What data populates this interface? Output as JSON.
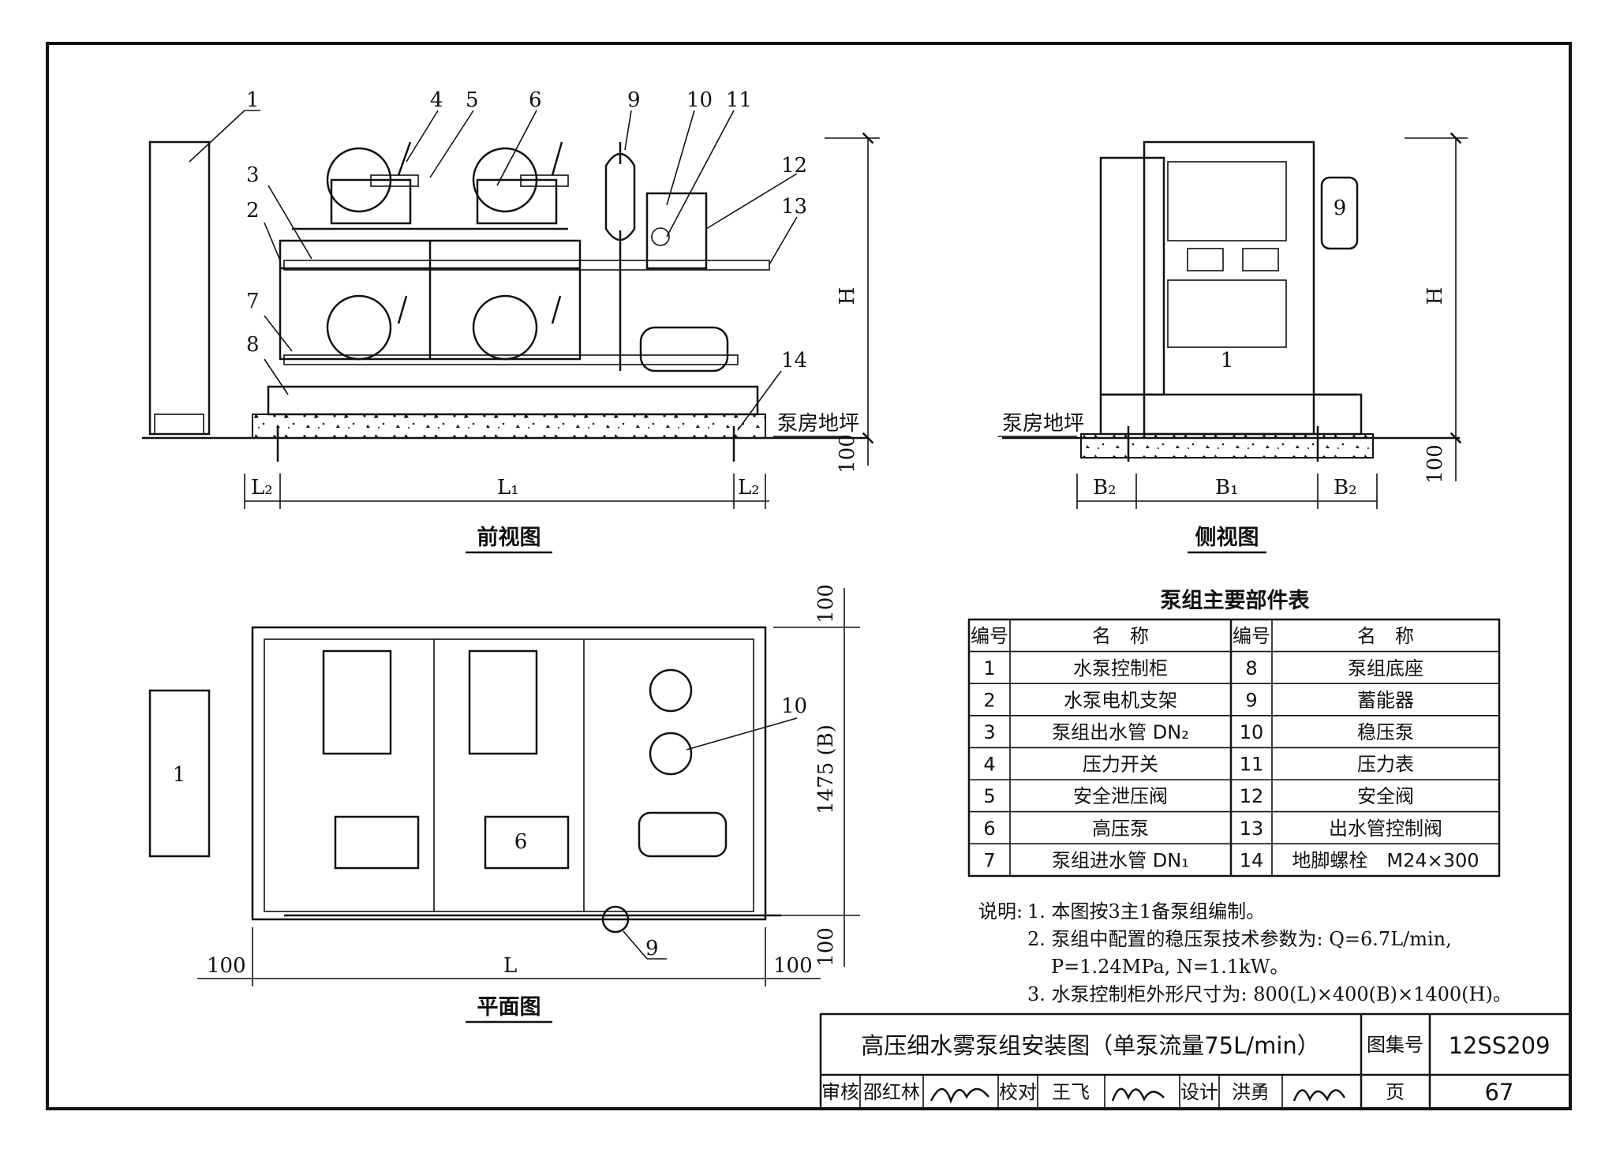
{
  "views": {
    "front": {
      "title": "前视图",
      "height_dim": "H",
      "base_dim": "100",
      "floor_label": "泵房地坪",
      "dim_l1": "L₁",
      "dim_l2": "L₂"
    },
    "side": {
      "title": "侧视图",
      "height_dim": "H",
      "base_dim": "100",
      "floor_label": "泵房地坪",
      "dim_b1": "B₁",
      "dim_b2": "B₂",
      "cabinet_label": "1",
      "accumulator_label": "9"
    },
    "plan": {
      "title": "平面图",
      "dim_top": "100",
      "dim_width": "1475 (B)",
      "dim_bottom": "100",
      "dim_left": "100",
      "dim_length": "L",
      "dim_right": "100",
      "cabinet_label": "1",
      "pump_label": "6"
    }
  },
  "callouts": {
    "front": [
      "1",
      "2",
      "3",
      "4",
      "5",
      "6",
      "7",
      "8",
      "9",
      "10",
      "11",
      "12",
      "13",
      "14"
    ],
    "plan": [
      "10",
      "9"
    ]
  },
  "parts_table": {
    "title": "泵组主要部件表",
    "headers": [
      "编号",
      "名　称",
      "编号",
      "名　称"
    ],
    "rows": [
      [
        "1",
        "水泵控制柜",
        "8",
        "泵组底座"
      ],
      [
        "2",
        "水泵电机支架",
        "9",
        "蓄能器"
      ],
      [
        "3",
        "泵组出水管 DN₂",
        "10",
        "稳压泵"
      ],
      [
        "4",
        "压力开关",
        "11",
        "压力表"
      ],
      [
        "5",
        "安全泄压阀",
        "12",
        "安全阀"
      ],
      [
        "6",
        "高压泵",
        "13",
        "出水管控制阀"
      ],
      [
        "7",
        "泵组进水管 DN₁",
        "14",
        "地脚螺栓　M24×300"
      ]
    ]
  },
  "notes": {
    "label": "说明:",
    "items": [
      "1. 本图按3主1备泵组编制。",
      "2. 泵组中配置的稳压泵技术参数为: Q=6.7L/min,",
      "P=1.24MPa, N=1.1kW。",
      "3. 水泵控制柜外形尺寸为: 800(L)×400(B)×1400(H)。"
    ]
  },
  "title_block": {
    "drawing_title": "高压细水雾泵组安装图（单泵流量75L/min）",
    "atlas_label": "图集号",
    "atlas_no": "12SS209",
    "review_label": "审核",
    "review_name": "邵红林",
    "check_label": "校对",
    "check_name": "王飞",
    "design_label": "设计",
    "design_name": "洪勇",
    "page_label": "页",
    "page_no": "67"
  }
}
